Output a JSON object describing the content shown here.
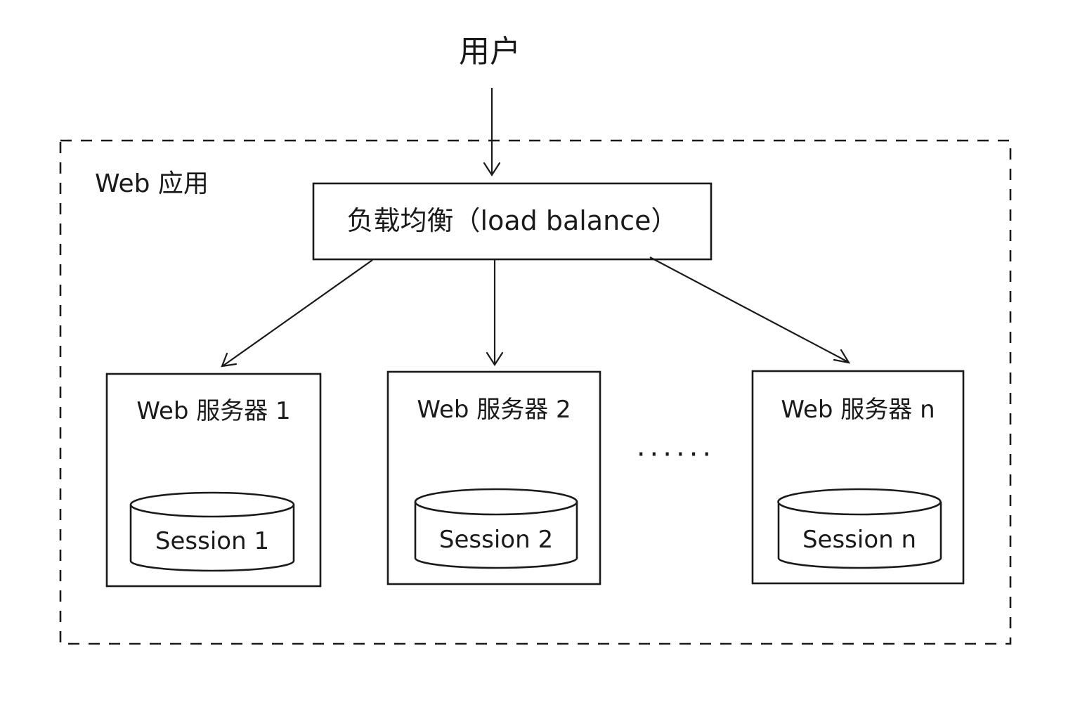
{
  "user": {
    "label": "用户"
  },
  "web_app": {
    "label": "Web 应用"
  },
  "load_balancer": {
    "label": "负载均衡（load balance）"
  },
  "servers": [
    {
      "label": "Web 服务器 1",
      "session": "Session 1"
    },
    {
      "label": "Web 服务器 2",
      "session": "Session 2"
    },
    {
      "label": "Web 服务器 n",
      "session": "Session n"
    }
  ],
  "ellipsis": "······"
}
